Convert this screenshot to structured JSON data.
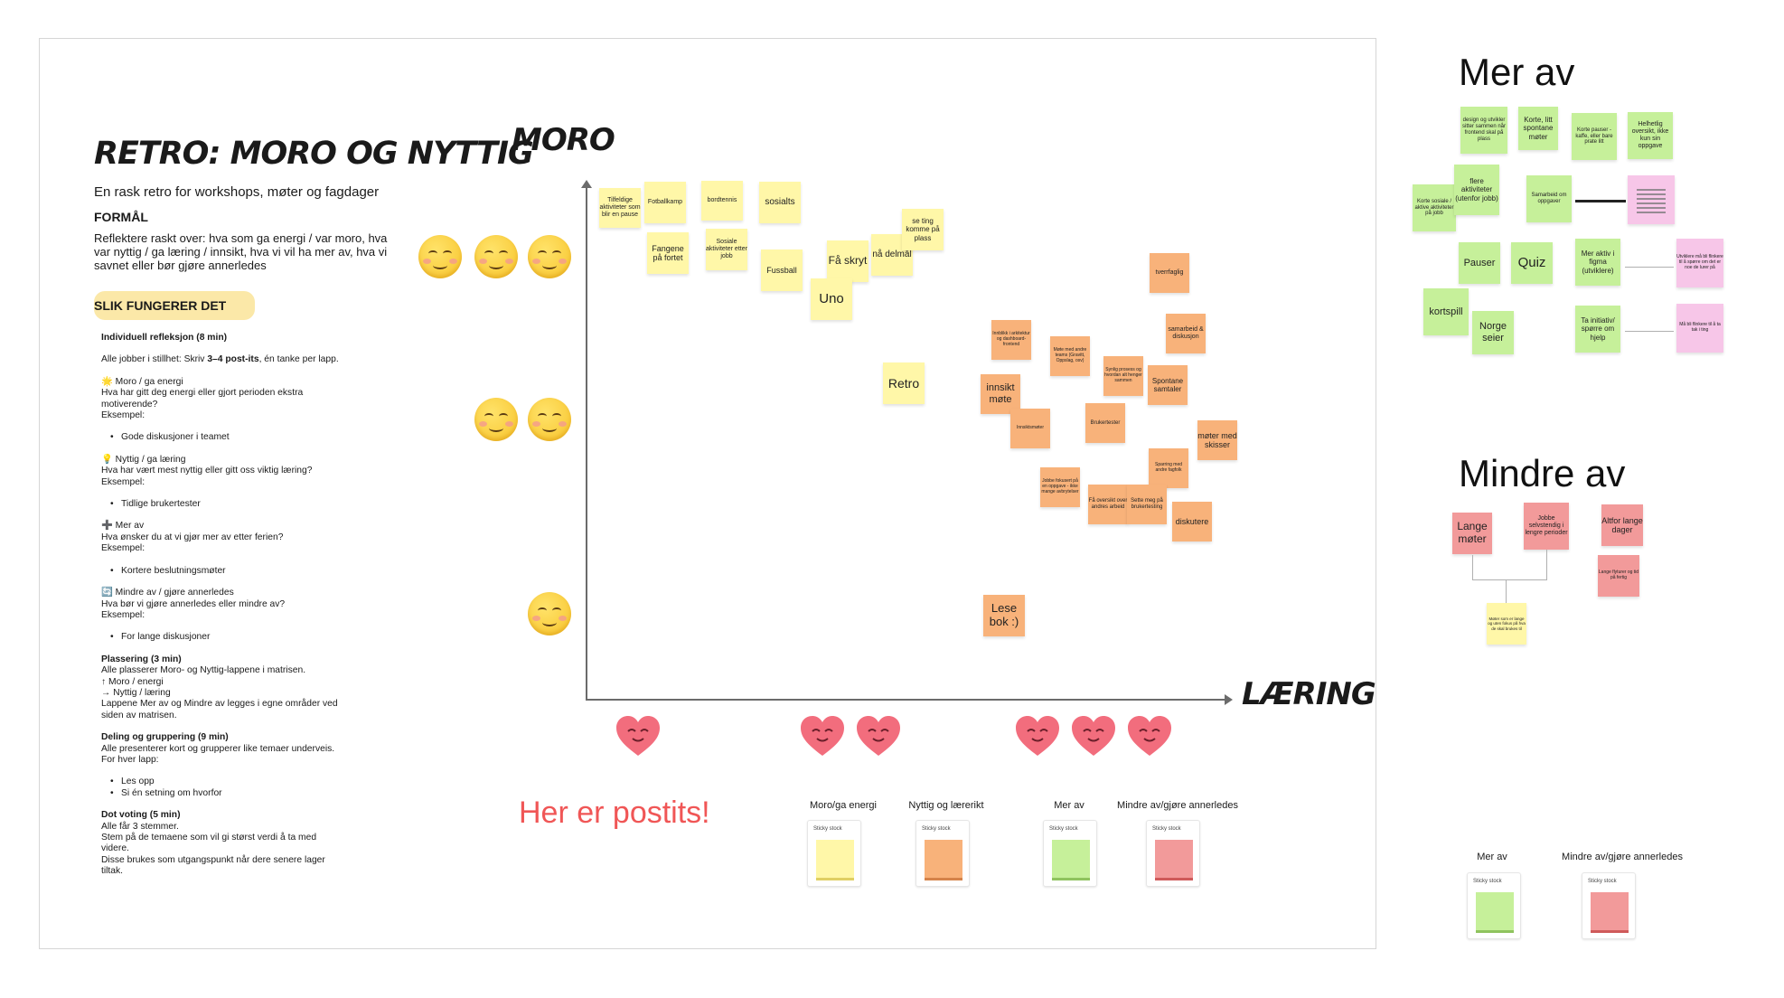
{
  "instructions": {
    "title": "Retro: moro og nyttig",
    "subtitle": "En rask retro for workshops, møter og fagdager",
    "formal_heading": "FORMÅL",
    "formal_text": "Reflektere raskt over: hva som ga energi / var moro, hva var nyttig / ga læring / innsikt, hva vi vil ha mer av, hva vi savnet eller bør gjøre annerledes",
    "how_heading": "SLIK FUNGERER DET",
    "steps": {
      "s1_head": "Individuell refleksjon (8 min)",
      "s1_text_a": "Alle jobber i stillhet: Skriv ",
      "s1_text_b": "3–4 post-its",
      "s1_text_c": ", én tanke per lapp.",
      "moro_head": "🌟 Moro / ga energi",
      "moro_q": "Hva har gitt deg energi eller gjort perioden ekstra motiverende?",
      "moro_ex_label": "Eksempel:",
      "moro_ex": "Gode diskusjoner i teamet",
      "nyttig_head": "💡 Nyttig / ga læring",
      "nyttig_q": "Hva har vært mest nyttig eller gitt oss viktig læring?",
      "nyttig_ex_label": "Eksempel:",
      "nyttig_ex": "Tidlige brukertester",
      "mer_head": "➕ Mer av",
      "mer_q": "Hva ønsker du at vi gjør mer av etter ferien?",
      "mer_ex_label": "Eksempel:",
      "mer_ex": "Kortere beslutningsmøter",
      "mindre_head": "🔄 Mindre av / gjøre annerledes",
      "mindre_q": "Hva bør vi gjøre annerledes eller mindre av?",
      "mindre_ex_label": "Eksempel:",
      "mindre_ex": "For lange diskusjoner",
      "s2_head": "Plassering (3 min)",
      "s2_l1": "Alle plasserer Moro- og Nyttig-lappene i matrisen.",
      "s2_l2": "↑ Moro / energi",
      "s2_l3": "→ Nyttig / læring",
      "s2_l4": "Lappene Mer av og Mindre av legges i egne områder ved siden av matrisen.",
      "s3_head": "Deling og gruppering (9 min)",
      "s3_l1": "Alle presenterer kort og grupperer like temaer underveis.",
      "s3_l2": "For hver lapp:",
      "s3_b1": "Les opp",
      "s3_b2": "Si én setning om hvorfor",
      "s4_head": "Dot voting (5 min)",
      "s4_l1": "Alle får 3 stemmer.",
      "s4_l2": "Stem på de temaene som vil gi størst verdi å ta med videre.",
      "s4_l3": "Disse brukes som utgangspunkt når dere senere lager tiltak."
    }
  },
  "matrix": {
    "y_label": "MORO",
    "x_label": "LÆRING",
    "notes_yellow": [
      "Tilfeldige aktiviteter som blir en pause",
      "Fotballkamp",
      "bordtennis",
      "sosialts",
      "Fangene på fortet",
      "Sosiale aktiviteter etter jobb",
      "Fussball",
      "Få skryt",
      "nå delmål",
      "se ting komme på plass",
      "Uno",
      "Retro",
      "Lese bok :)"
    ],
    "notes_orange": [
      "tverrfaglig",
      "Innblikk i arkitektur og dashboard-frontend",
      "samarbeid & diskusjon",
      "Møte med andre teams (Gravitt, Oppslag, osv)",
      "Synlig prosess og hvordan alt henger sammen",
      "Spontane samtaler",
      "innsikt møte",
      "Innsiktsmøter",
      "Brukertester",
      "møter med skisser",
      "Sparring med andre fagfolk",
      "Jobbe fokusert på en oppgave - ikke mange avbrytelser",
      "Få oversikt over andres arbeid",
      "Sette meg på brukertesting",
      "diskutere"
    ]
  },
  "footer": {
    "postits_text": "Her er postits!",
    "stocks": [
      "Moro/ga energi",
      "Nyttig og lærerikt",
      "Mer av",
      "Mindre av/gjøre annerledes"
    ],
    "stock_caption": "Sticky stock"
  },
  "mer_av": {
    "title": "Mer av",
    "notes_green": [
      "design og utvikler sitter sammen når frontend skal på plass",
      "Korte, litt spontane møter",
      "Korte pauser - kaffe, eller bare prate litt",
      "Helhetlig oversikt, ikke kun sin oppgave",
      "Korte sosiale / aktive aktiviteter på jobb",
      "flere aktiviteter (utenfor jobb)",
      "Samarbeid om oppgaver",
      "Pauser",
      "Quiz",
      "Mer aktiv i figma (utviklere)",
      "kortspill",
      "Norge seier",
      "Ta initiativ/ spørre om hjelp"
    ],
    "notes_pink": [
      "Utviklere må bli flinkere til å spørre om det er noe de lurer på",
      "Må bli flinkere til å ta tak i ting"
    ]
  },
  "mindre_av": {
    "title": "Mindre av",
    "notes_red": [
      "Lange møter",
      "Jobbe selvstendig i lengre perioder",
      "Altfor lange dager",
      "Lange flyturer og tid på fertig"
    ],
    "notes_yellow": [
      "Møter som er lange og uten fokus på hva de skal brukes til"
    ]
  },
  "side_stocks": {
    "labels": [
      "Mer av",
      "Mindre av/gjøre annerledes"
    ],
    "caption": "Sticky stock"
  },
  "colors": {
    "yellow": "#fff7a8",
    "orange": "#f8b27a",
    "green": "#c6f09a",
    "pink": "#f7c6e8",
    "red": "#f29a9a",
    "postit_red_text": "#f05656",
    "how_highlight": "#fbe8a8"
  }
}
